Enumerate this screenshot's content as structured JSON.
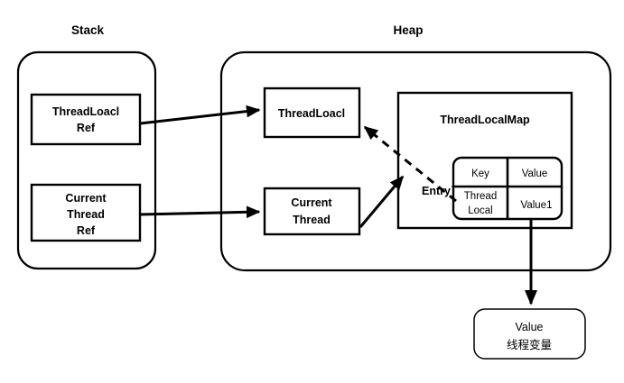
{
  "diagram": {
    "title_stack": "Stack",
    "title_heap": "Heap",
    "stack": {
      "items": [
        {
          "line1": "ThreadLoacl",
          "line2": "Ref"
        },
        {
          "line1": "Current",
          "line2": "Thread",
          "line3": "Ref"
        }
      ]
    },
    "heap": {
      "threadlocal_box": "ThreadLoacl",
      "currentthread_box": {
        "line1": "Current",
        "line2": "Thread"
      },
      "map": {
        "title": "ThreadLocalMap",
        "entry_label": "Entry",
        "table": {
          "headers": [
            "Key",
            "Value"
          ],
          "rows": [
            {
              "key_line1": "Thread",
              "key_line2": "Local",
              "value": "Value1"
            }
          ]
        }
      }
    },
    "value_node": {
      "line1": "Value",
      "line2": "线程变量"
    },
    "colors": {
      "stroke": "#000000",
      "fill": "#ffffff",
      "text": "#000000"
    }
  }
}
